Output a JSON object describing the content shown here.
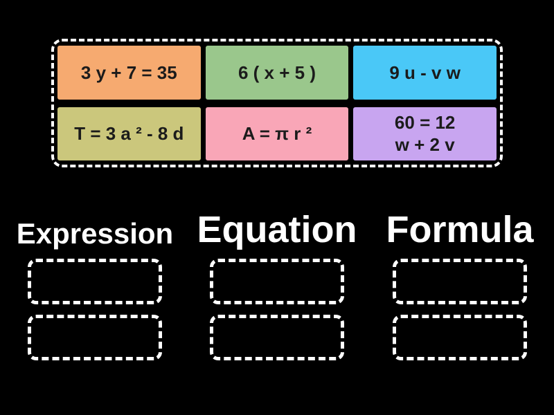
{
  "colors": {
    "background": "#000000",
    "card_text": "#1b1b1b",
    "dashed_border": "#ffffff"
  },
  "card_tray": {
    "cards": [
      {
        "label": "3 y + 7 = 35",
        "color": "#f6aa70"
      },
      {
        "label": "6 ( x + 5 )",
        "color": "#9ac78c"
      },
      {
        "label": "9 u - v w",
        "color": "#4ac8f7"
      },
      {
        "label": "T = 3 a ² - 8 d",
        "color": "#cbc77c"
      },
      {
        "label": "A = π r ²",
        "color": "#f9a6b7"
      },
      {
        "label": "60 = 12\nw + 2 v",
        "color": "#c8a5f0"
      }
    ]
  },
  "categories": [
    {
      "label": "Expression",
      "empty_slots": 2
    },
    {
      "label": "Equation",
      "empty_slots": 2
    },
    {
      "label": "Formula",
      "empty_slots": 2
    }
  ]
}
